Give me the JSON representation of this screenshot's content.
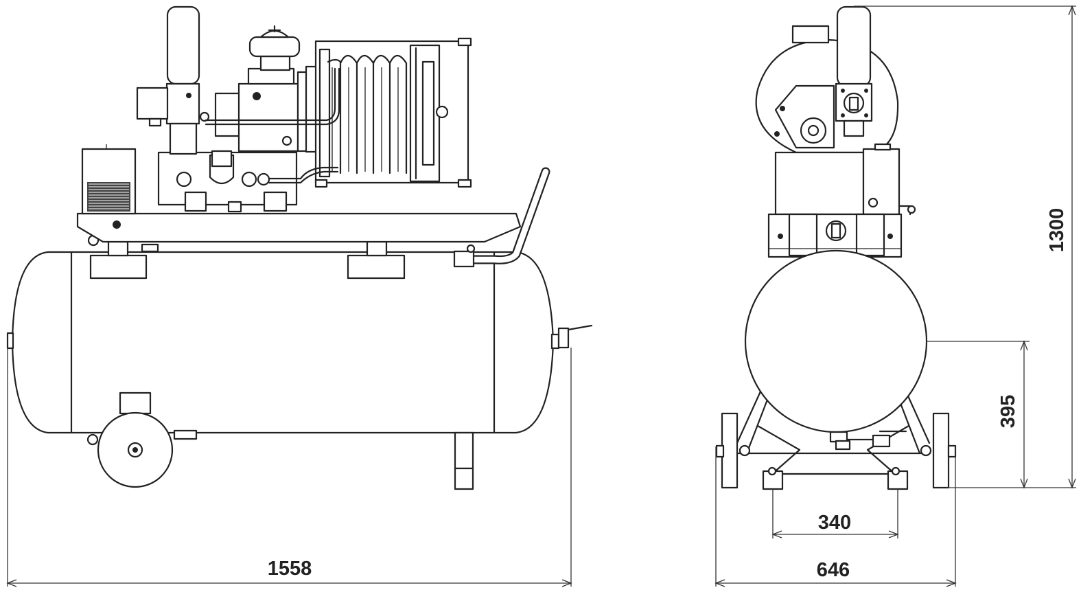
{
  "dimensions": {
    "length": "1558",
    "width": "646",
    "wheel_track": "340",
    "height": "1300",
    "tank_axis_height": "395"
  },
  "colors": {
    "line": "#222222",
    "background": "#ffffff"
  }
}
